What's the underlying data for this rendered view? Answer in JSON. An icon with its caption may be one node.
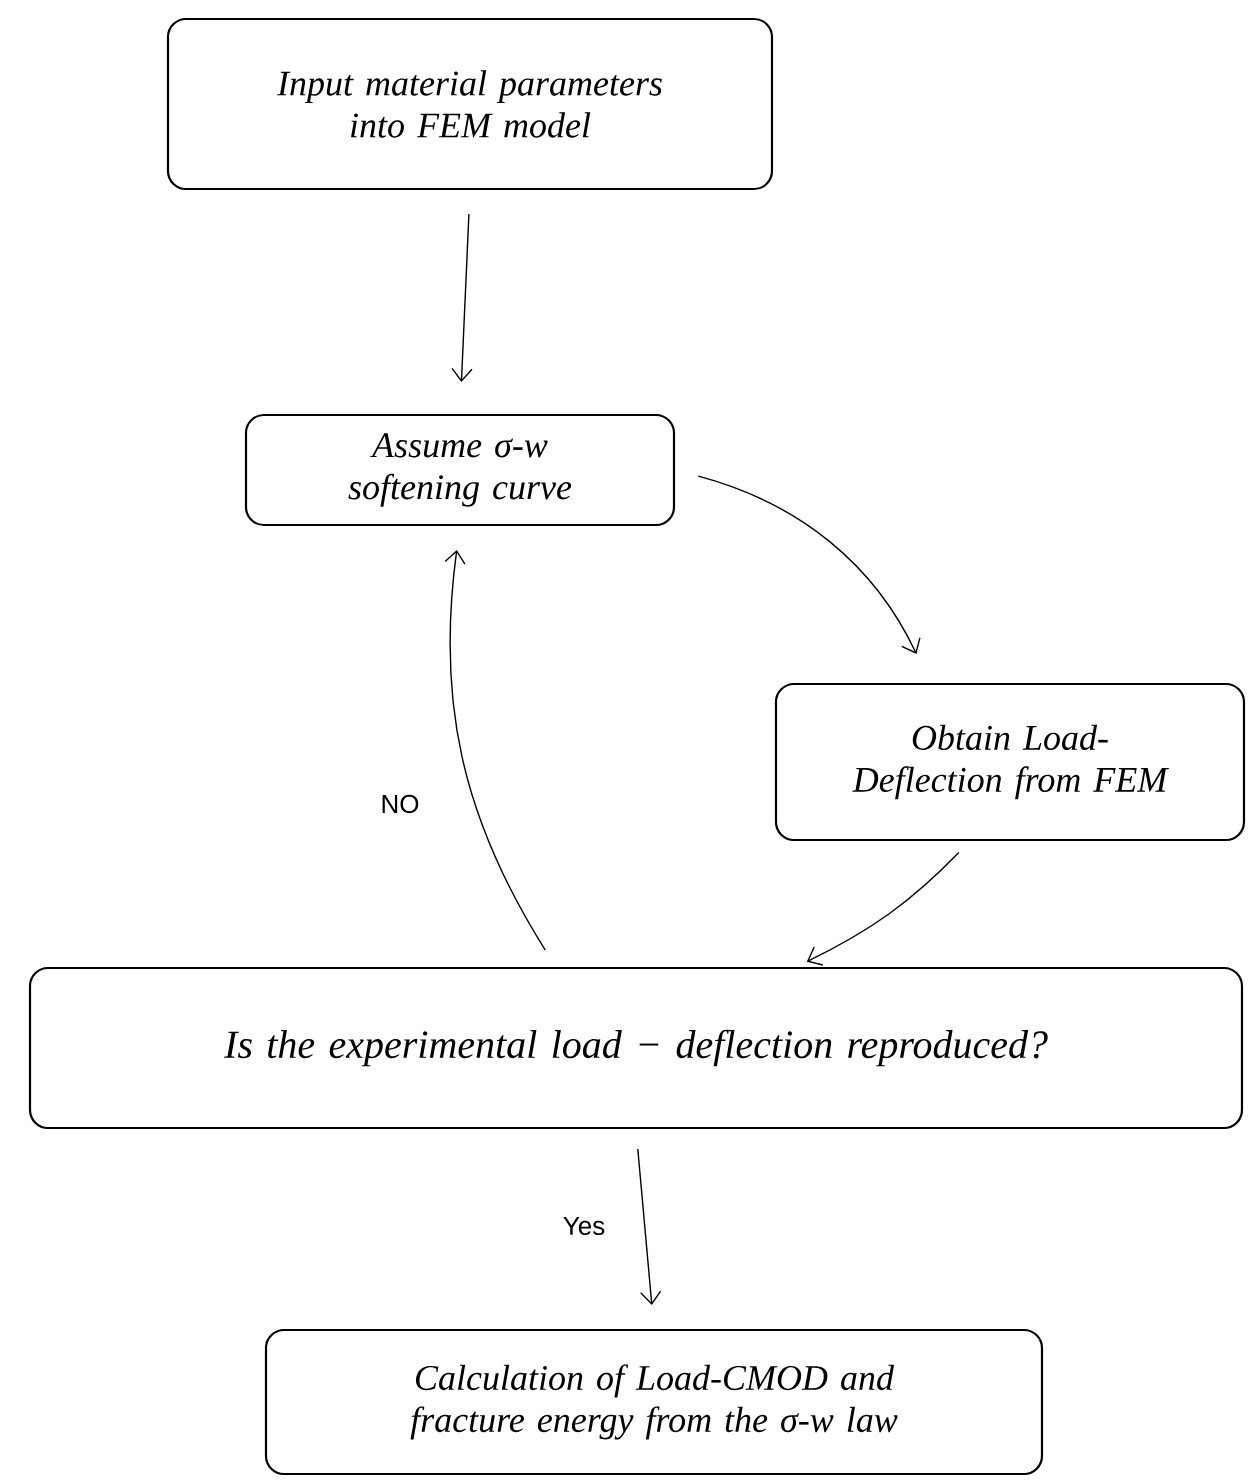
{
  "diagram": {
    "nodes": [
      {
        "text": [
          "Input material parameters into FEM model"
        ]
      },
      {
        "text": [
          "Assume σ-w softening curve"
        ]
      },
      {
        "text": [
          "Obtain Load-Deflection from FEM"
        ]
      },
      {
        "text": [
          "Is the experimental load − deflection reproduced?"
        ]
      },
      {
        "text": [
          "Calculation of Load-CMOD and fracture energy from the σ-w law"
        ]
      }
    ],
    "edges": [
      {
        "from": 0,
        "to": 1,
        "arrow": "to"
      },
      {
        "from": 1,
        "to": 2,
        "arrow": "to"
      },
      {
        "from": 2,
        "to": 3,
        "arrow": "to"
      },
      {
        "from": 3,
        "to": 1,
        "arrow": "to",
        "label": "NO"
      },
      {
        "from": 3,
        "to": 4,
        "arrow": "to",
        "label": "Yes"
      }
    ]
  }
}
